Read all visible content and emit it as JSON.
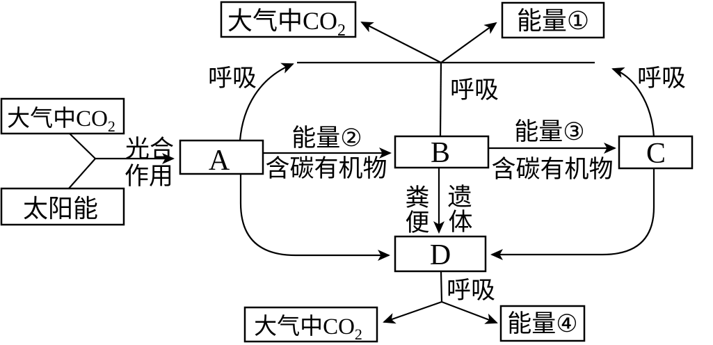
{
  "diagram": {
    "background": "#ffffff",
    "stroke_color": "#000000",
    "boxes": {
      "co2_top": {
        "text": "大气中CO",
        "sub": "2"
      },
      "energy_1": {
        "text": "能量①"
      },
      "co2_left": {
        "text": "大气中CO",
        "sub": "2"
      },
      "solar": {
        "text": "太阳能"
      },
      "node_a": {
        "text": "A"
      },
      "node_b": {
        "text": "B"
      },
      "node_c": {
        "text": "C"
      },
      "node_d": {
        "text": "D"
      },
      "co2_bottom": {
        "text": "大气中CO",
        "sub": "2"
      },
      "energy_4": {
        "text": "能量④"
      }
    },
    "edge_labels": {
      "photosynthesis": {
        "line1": "光合",
        "line2": "作用"
      },
      "respiration_a": "呼吸",
      "respiration_b": "呼吸",
      "respiration_c": "呼吸",
      "respiration_d": "呼吸",
      "energy_2": "能量②",
      "organic_matter_ab": "含碳有机物",
      "energy_3": "能量③",
      "organic_matter_bc": "含碳有机物",
      "feces": {
        "char1": "粪",
        "char2": "便"
      },
      "remains": {
        "char1": "遗",
        "char2": "体"
      }
    }
  }
}
